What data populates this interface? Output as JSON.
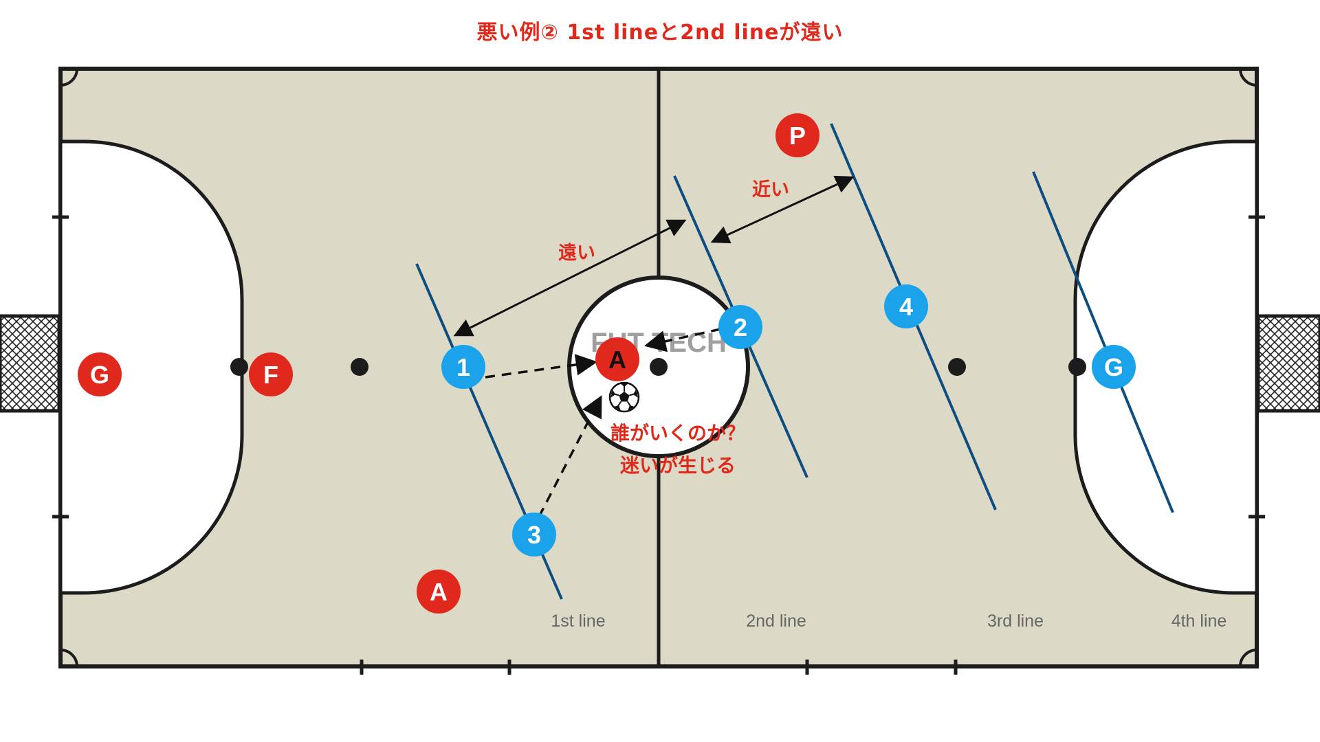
{
  "title": "悪い例② 1st lineと2nd lineが遠い",
  "watermark": "FUT TECH",
  "colors": {
    "court": "#dcdac7",
    "line": "#1c1c1c",
    "attacker": "#e0281c",
    "defender": "#1aa3ea",
    "defense_line": "#0d4d7f",
    "annotation": "#e0281c"
  },
  "players": {
    "red_goalkeeper": "G",
    "red_fixo": "F",
    "red_ala_center": "A",
    "red_ala_bottom": "A",
    "red_pivo": "P",
    "blue_1": "1",
    "blue_2": "2",
    "blue_3": "3",
    "blue_4": "4",
    "blue_goalkeeper": "G"
  },
  "lines": {
    "first": "1st line",
    "second": "2nd line",
    "third": "3rd line",
    "fourth": "4th line"
  },
  "annotations": {
    "far": "遠い",
    "near": "近い",
    "question_line1": "誰がいくのか？",
    "question_line2": "迷いが生じる"
  },
  "ball_icon": "soccer-ball-icon"
}
